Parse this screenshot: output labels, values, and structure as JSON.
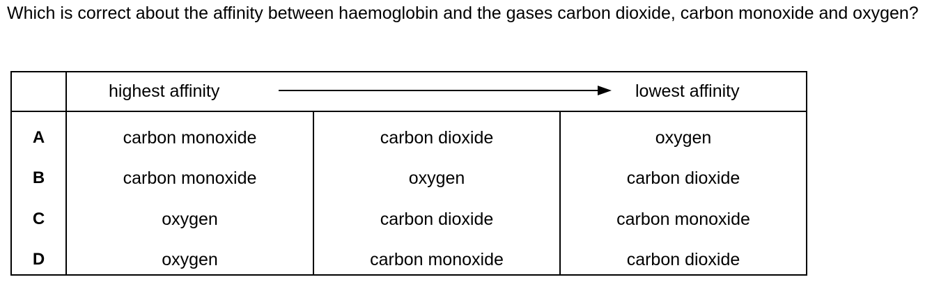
{
  "question": {
    "text": "Which is correct about the affinity between haemoglobin and the gases carbon dioxide, carbon monoxide and oxygen?"
  },
  "table": {
    "header": {
      "left_label": "highest affinity",
      "right_label": "lowest affinity"
    },
    "rows": [
      {
        "letter": "A",
        "cells": [
          "carbon monoxide",
          "carbon dioxide",
          "oxygen"
        ]
      },
      {
        "letter": "B",
        "cells": [
          "carbon monoxide",
          "oxygen",
          "carbon dioxide"
        ]
      },
      {
        "letter": "C",
        "cells": [
          "oxygen",
          "carbon dioxide",
          "carbon monoxide"
        ]
      },
      {
        "letter": "D",
        "cells": [
          "oxygen",
          "carbon monoxide",
          "carbon dioxide"
        ]
      }
    ]
  }
}
